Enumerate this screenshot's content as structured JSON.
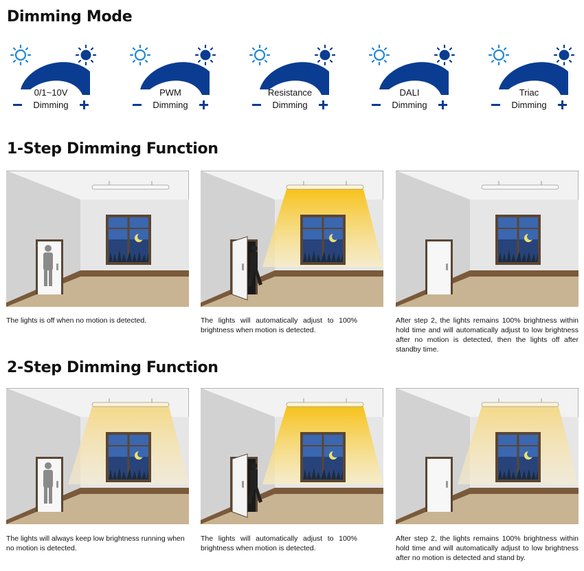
{
  "sections": {
    "dimming_mode": "Dimming Mode",
    "step1": "1-Step Dimming Function",
    "step2": "2-Step Dimming Function"
  },
  "modes": [
    {
      "name": "0/1~10V",
      "sub": "Dimming"
    },
    {
      "name": "PWM",
      "sub": "Dimming"
    },
    {
      "name": "Resistance",
      "sub": "Dimming"
    },
    {
      "name": "DALI",
      "sub": "Dimming"
    },
    {
      "name": "Triac",
      "sub": "Dimming"
    }
  ],
  "step1_captions": [
    "The lights is off when no motion is detected.",
    "The lights will automatically adjust to 100% brightness when motion is detected.",
    "After step 2, the lights remains 100% brightness within hold time and will automatically adjust to low brightness after no motion is detected, then the lights off after standby time."
  ],
  "step2_captions": [
    "The lights will always keep low brightness running when no motion is detected.",
    "The lights will automatically adjust to 100% brightness when motion is detected.",
    "After step 2, the lights remains 100% brightness within hold time and will automatically adjust to low brightness after no motion is detected and stand by."
  ],
  "colors": {
    "accent_blue": "#0a3d91",
    "light_blue": "#1e88d8",
    "wall": "#e6e6e6",
    "side_wall": "#d0d0d0",
    "floor": "#c8b492",
    "baseboard": "#7a5a3a",
    "beam_bright": "#f7c21a",
    "beam_dim": "#f4dfa0"
  },
  "icons": {
    "dim": "sun-outline-icon",
    "bright": "sun-filled-icon",
    "minus": "minus-icon",
    "plus": "plus-icon"
  }
}
